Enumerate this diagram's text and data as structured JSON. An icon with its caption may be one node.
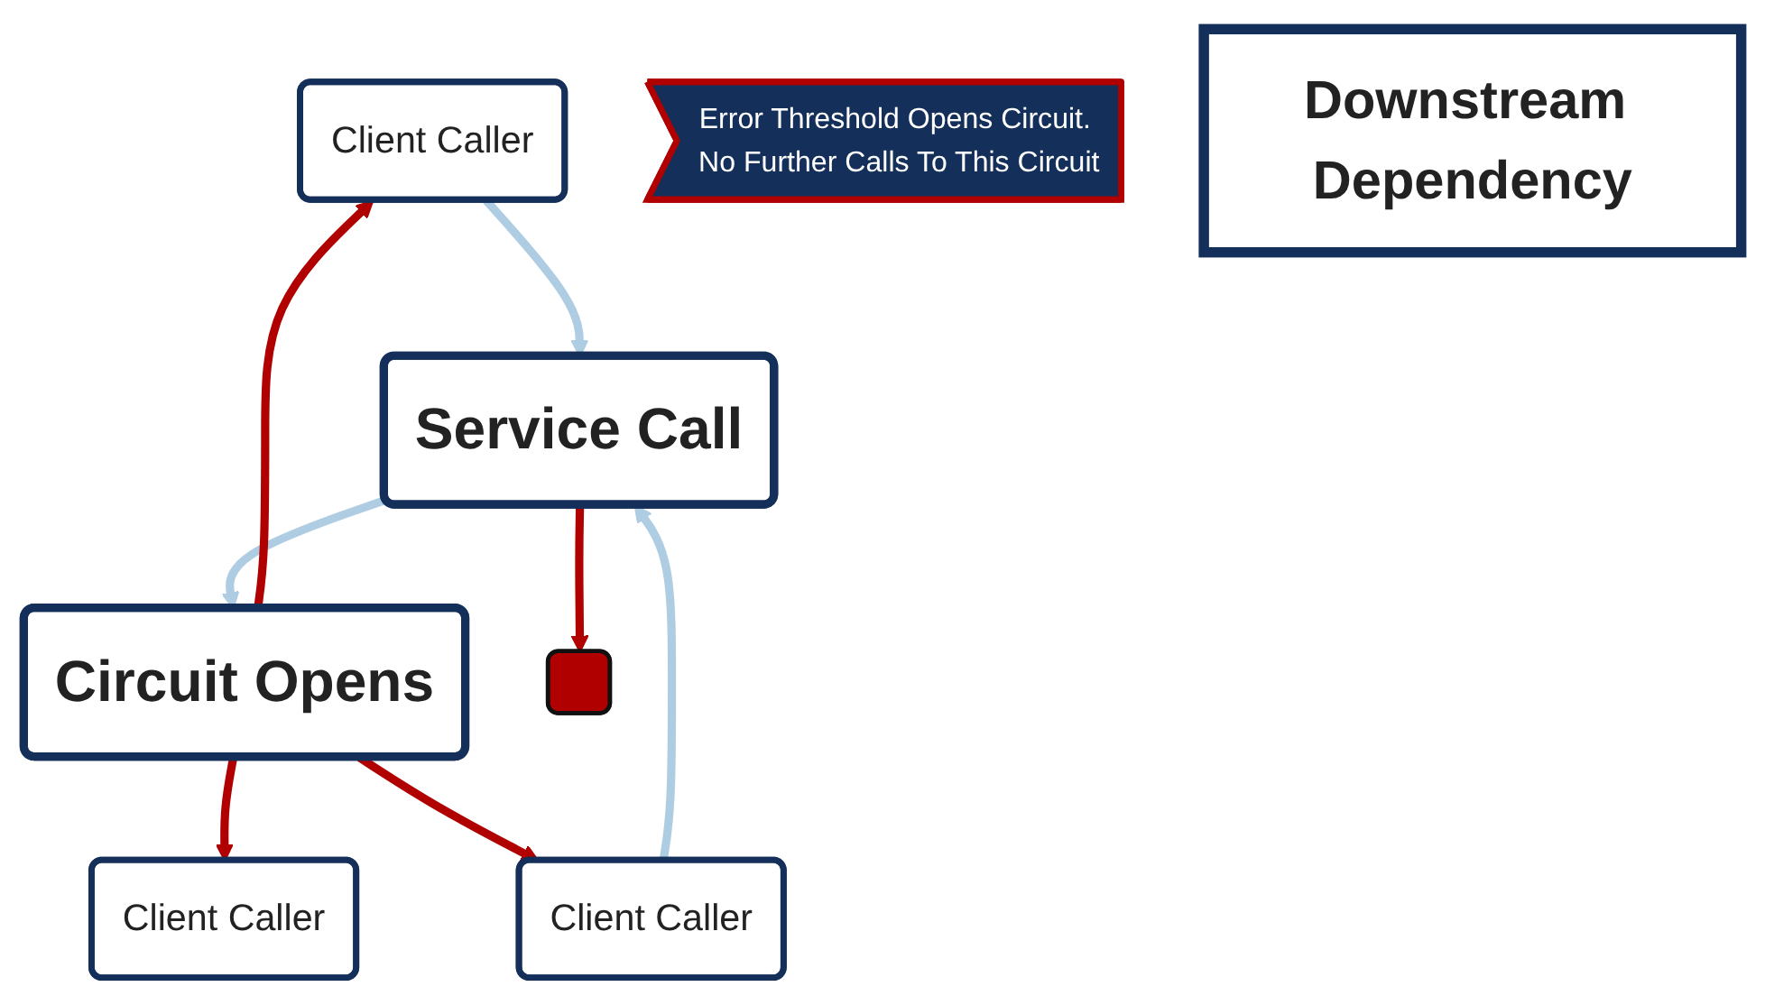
{
  "diagram": {
    "nodes": [
      {
        "text": [
          "Client Caller"
        ]
      },
      {
        "text": [
          "Client Caller"
        ]
      },
      {
        "text": [
          "Client Caller"
        ]
      },
      {
        "text": [
          "Service Call"
        ]
      },
      {
        "text": [
          "Circuit Opens"
        ]
      },
      {
        "text": [],
        "shape": "bar"
      },
      {
        "text": [
          "Error Threshold Opens Circuit. No Further Calls To This Circuit"
        ]
      },
      {
        "text": [
          "Downstream Dependency"
        ]
      }
    ],
    "edges": [
      {
        "from": 1,
        "to": 3,
        "arrow": "to",
        "color": "#aecde3"
      },
      {
        "from": 2,
        "to": 3,
        "arrow": "to",
        "color": "#aecde3"
      },
      {
        "from": 3,
        "to": 4,
        "arrow": "to",
        "color": "#aecde3"
      },
      {
        "from": 4,
        "to": 0,
        "arrow": "to"
      },
      {
        "from": 4,
        "to": 1,
        "arrow": "to"
      },
      {
        "from": 4,
        "to": 2,
        "arrow": "to"
      },
      {
        "from": 3,
        "to": 5,
        "arrow": "to"
      }
    ]
  }
}
